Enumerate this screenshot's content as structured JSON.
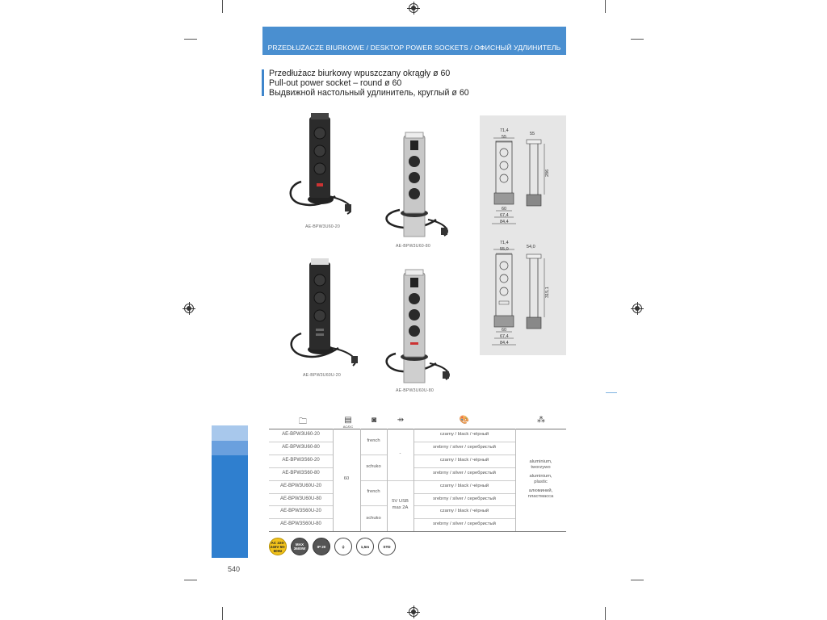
{
  "banner": {
    "text": "PRZEDŁUŻACZE BIURKOWE / DESKTOP POWER SOCKETS / ОФИСНЫЙ УДЛИНИТЕЛЬ"
  },
  "titles": {
    "pl": "Przedłużacz biurkowy wpuszczany okrągły ø 60",
    "en": "Pull-out power socket – round ø 60",
    "ru": "Выдвижной настольный удлинитель, круглый ø 60"
  },
  "captions": [
    "AE-BPW3U60-20",
    "AE-BPW3U60-80",
    "AE-BPW3U60U-20",
    "AE-BPW3U60U-80"
  ],
  "drawing": {
    "top": {
      "w1": "71,4",
      "w2": "55",
      "w3": "55",
      "height": "286",
      "b1": "60",
      "b2": "67,4",
      "b3": "84,4"
    },
    "bottom": {
      "w1": "71,4",
      "w2": "55,0",
      "w3": "54,0",
      "height": "315,1",
      "b1": "60",
      "b2": "67,4",
      "b3": "84,4"
    }
  },
  "table": {
    "header_icons": [
      "folder-icon",
      "cable-length-icon",
      "socket-type-icon",
      "usb-icon",
      "color-palette-icon",
      "material-icon"
    ],
    "header_symbols": [
      "🗀",
      "▤",
      "◙",
      "⇸",
      "🎨",
      "⁂"
    ],
    "header_sublabel": "AC/DC",
    "rows": [
      {
        "code": "AE-BPW3U60-20",
        "color": "czarny / black / чёрный"
      },
      {
        "code": "AE-BPW3U60-80",
        "color": "srebrny / silver / серебристый"
      },
      {
        "code": "AE-BPW3S60-20",
        "color": "czarny / black / чёрный"
      },
      {
        "code": "AE-BPW3S60-80",
        "color": "srebrny / silver / серебристый"
      },
      {
        "code": "AE-BPW3U60U-20",
        "color": "czarny / black / чёрный"
      },
      {
        "code": "AE-BPW3U60U-80",
        "color": "srebrny / silver / серебристый"
      },
      {
        "code": "AE-BPW3S60U-20",
        "color": "czarny / black / чёрный"
      },
      {
        "code": "AE-BPW3S60U-80",
        "color": "srebrny / silver / серебристый"
      }
    ],
    "length": "60",
    "socket_french": "french",
    "socket_schuko": "schuko",
    "socket_french2": "french",
    "socket_schuko2": "schuko",
    "usb_none": "-",
    "usb_line1": "5V USB",
    "usb_line2": "max 2A",
    "material_line1": "aluminium,",
    "material_line2": "tworzywo",
    "material_line3": "aluminium,",
    "material_line4": "plastic",
    "material_line5": "алюминий,",
    "material_line6": "пластмасса"
  },
  "badges": [
    {
      "label": "AC 220-240V 50-60Hz",
      "style": "yellow"
    },
    {
      "label": "MAX 3600W",
      "style": "dark"
    },
    {
      "label": "IP 20",
      "style": "dark"
    },
    {
      "label": "⏚",
      "style": "light"
    },
    {
      "label": "1,5m",
      "style": "light"
    },
    {
      "label": "STD",
      "style": "light"
    }
  ],
  "page_number": "540",
  "colors": {
    "banner": "#4a8fd0",
    "accent": "#3f86cc",
    "sidebar_dark": "#2f7fcf"
  }
}
